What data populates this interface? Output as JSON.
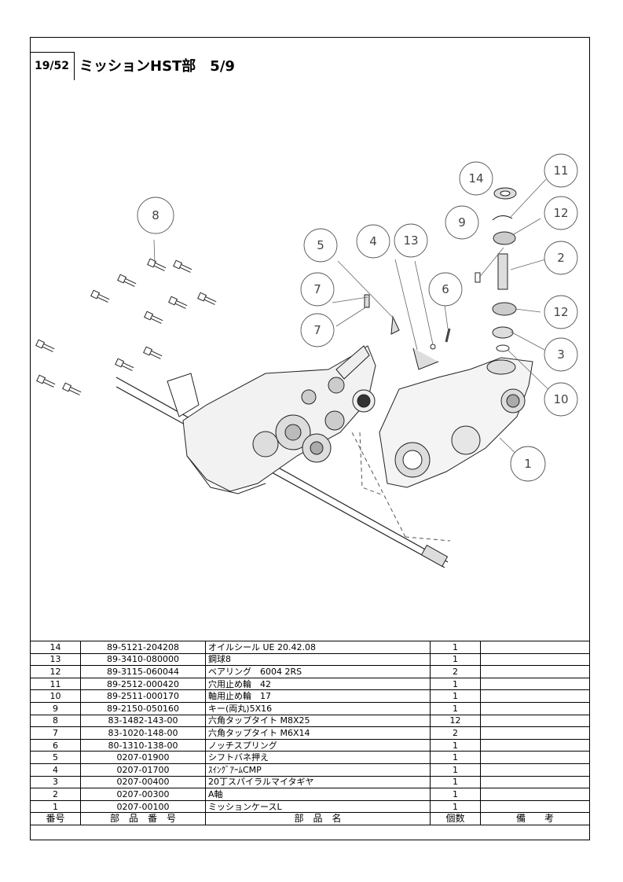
{
  "header": {
    "page": "19/52",
    "title": "ミッションHST部　5/9"
  },
  "diagram": {
    "callouts": [
      "14",
      "11",
      "12",
      "2",
      "12",
      "3",
      "10",
      "9",
      "13",
      "4",
      "5",
      "6",
      "7",
      "7",
      "8",
      "1"
    ]
  },
  "table": {
    "columns": {
      "no": "番号",
      "part_no": "部　品　番　号",
      "name": "部　品　名",
      "qty": "個数",
      "remarks": "備　　考"
    },
    "rows": [
      {
        "no": "14",
        "part_no": "89-5121-204208",
        "name": "オイルシール UE 20.42.08",
        "qty": "1",
        "remarks": ""
      },
      {
        "no": "13",
        "part_no": "89-3410-080000",
        "name": "鋼球8",
        "qty": "1",
        "remarks": ""
      },
      {
        "no": "12",
        "part_no": "89-3115-060044",
        "name": "ベアリング　6004 2RS",
        "qty": "2",
        "remarks": ""
      },
      {
        "no": "11",
        "part_no": "89-2512-000420",
        "name": "穴用止め輪　42",
        "qty": "1",
        "remarks": ""
      },
      {
        "no": "10",
        "part_no": "89-2511-000170",
        "name": "軸用止め輪　17",
        "qty": "1",
        "remarks": ""
      },
      {
        "no": "9",
        "part_no": "89-2150-050160",
        "name": "キー(両丸)5X16",
        "qty": "1",
        "remarks": ""
      },
      {
        "no": "8",
        "part_no": "83-1482-143-00",
        "name": "六角タップタイト M8X25",
        "qty": "12",
        "remarks": ""
      },
      {
        "no": "7",
        "part_no": "83-1020-148-00",
        "name": "六角タップタイト M6X14",
        "qty": "2",
        "remarks": ""
      },
      {
        "no": "6",
        "part_no": "80-1310-138-00",
        "name": "ノッチスプリング",
        "qty": "1",
        "remarks": ""
      },
      {
        "no": "5",
        "part_no": "0207-01900",
        "name": "シフトバネ押え",
        "qty": "1",
        "remarks": ""
      },
      {
        "no": "4",
        "part_no": "0207-01700",
        "name": "ｽｲﾝｸﾞｱｰﾑCMP",
        "qty": "1",
        "remarks": ""
      },
      {
        "no": "3",
        "part_no": "0207-00400",
        "name": "20丁スパイラルマイタギヤ",
        "qty": "1",
        "remarks": ""
      },
      {
        "no": "2",
        "part_no": "0207-00300",
        "name": "A軸",
        "qty": "1",
        "remarks": ""
      },
      {
        "no": "1",
        "part_no": "0207-00100",
        "name": "ミッションケースL",
        "qty": "1",
        "remarks": ""
      }
    ]
  }
}
